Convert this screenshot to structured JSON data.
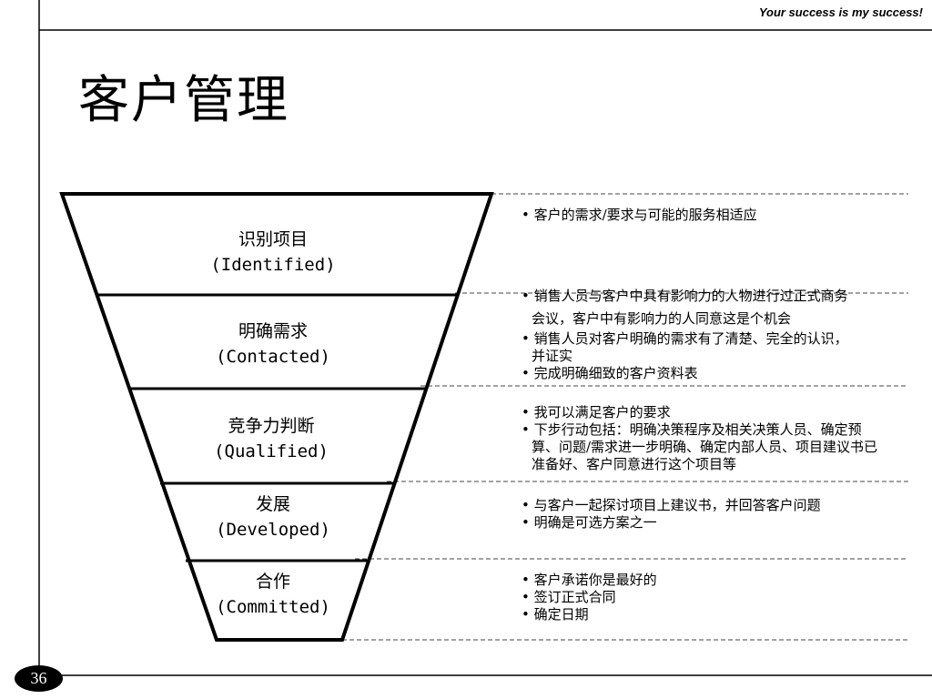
{
  "header": {
    "tagline": "Your success is my success!"
  },
  "slide": {
    "title": "客户管理",
    "page_number": "36"
  },
  "funnel": {
    "stages": [
      {
        "name_cn": "识别项目",
        "name_en": "(Identified)"
      },
      {
        "name_cn": "明确需求",
        "name_en": "(Contacted)"
      },
      {
        "name_cn": "竞争力判断",
        "name_en": "(Qualified)"
      },
      {
        "name_cn": "发展",
        "name_en": "(Developed)"
      },
      {
        "name_cn": "合作",
        "name_en": "(Committed)"
      }
    ]
  },
  "descriptions": [
    {
      "bullets": [
        "• 客户的需求/要求与可能的服务相适应"
      ]
    },
    {
      "bullets": [
        "• 销售人员与客户中具有影响力的人物进行过正式商务会议，客户中有影响力的人同意这是个机会",
        "• 销售人员对客户明确的需求有了清楚、完全的认识，并证实",
        "• 完成明确细致的客户资料表"
      ]
    },
    {
      "bullets": [
        "• 我可以满足客户的要求",
        "• 下步行动包括：明确决策程序及相关决策人员、确定预算、问题/需求进一步明确、确定内部人员、项目建议书已准备好、客户同意进行这个项目等"
      ]
    },
    {
      "bullets": [
        "• 与客户一起探讨项目上建议书，并回答客户问题",
        "• 明确是可选方案之一"
      ]
    },
    {
      "bullets": [
        "• 客户承诺你是最好的",
        "• 签订正式合同",
        "• 确定日期"
      ]
    }
  ]
}
